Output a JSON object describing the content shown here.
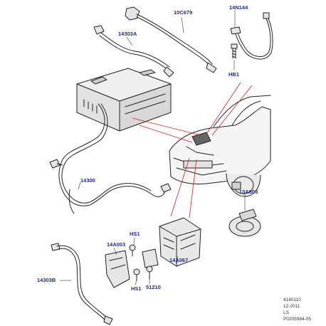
{
  "colors": {
    "label": "#1f2d8f",
    "line": "#222222",
    "callout": "#d42020",
    "part_fill": "#e6e6e6"
  },
  "labels": {
    "p10C679": "10C679",
    "p14N144": "14N144",
    "p14303A": "14303A",
    "HB1": "HB1",
    "p13A803": "13A803",
    "p14300": "14300",
    "HS1_top": "HS1",
    "p14A003": "14A003",
    "p14303B": "14303B",
    "p51210": "51210",
    "p14A067": "14A067",
    "HS1_bottom": "HS1"
  },
  "reference": {
    "line1": "4140110",
    "line2": "12-2011",
    "line3": "LS",
    "line4": "P0205984-05"
  }
}
